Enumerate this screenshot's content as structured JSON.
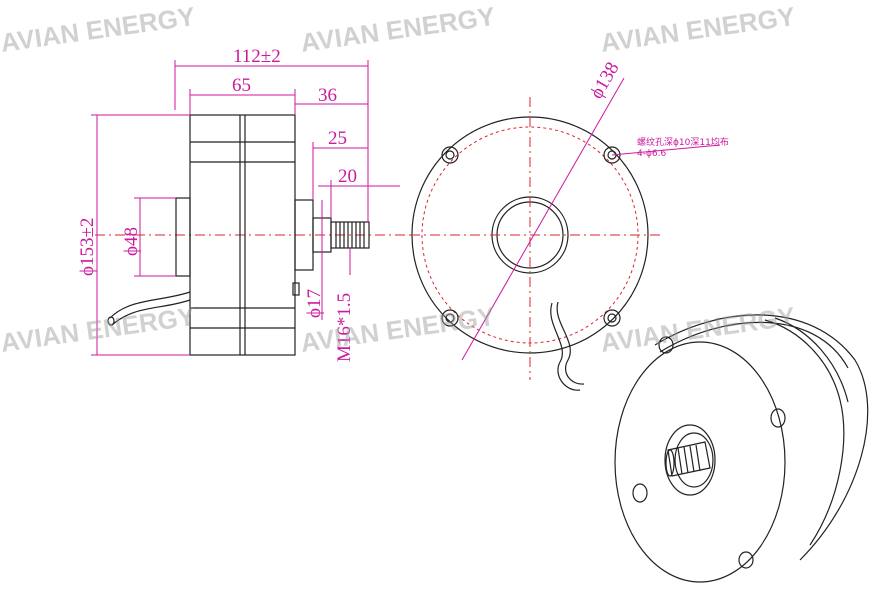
{
  "watermark": "AVIAN ENERGY",
  "dimensions": {
    "overall_length": "112±2",
    "body_length": "65",
    "shaft_36": "36",
    "shaft_25": "25",
    "shaft_20": "20",
    "outer_diameter": "ϕ153±2",
    "hub_diameter": "ϕ48",
    "shaft_diameter": "ϕ17",
    "thread": "M16*1.5",
    "bolt_circle": "ϕ138",
    "hole_note_cn": "螺纹孔深ϕ10深11均布",
    "hole_note": "4-ϕ6.6"
  },
  "colors": {
    "dimension": "#cc1a9e",
    "centerline": "#d9262f",
    "outline": "#222222",
    "watermark": "#9a9a9a"
  }
}
